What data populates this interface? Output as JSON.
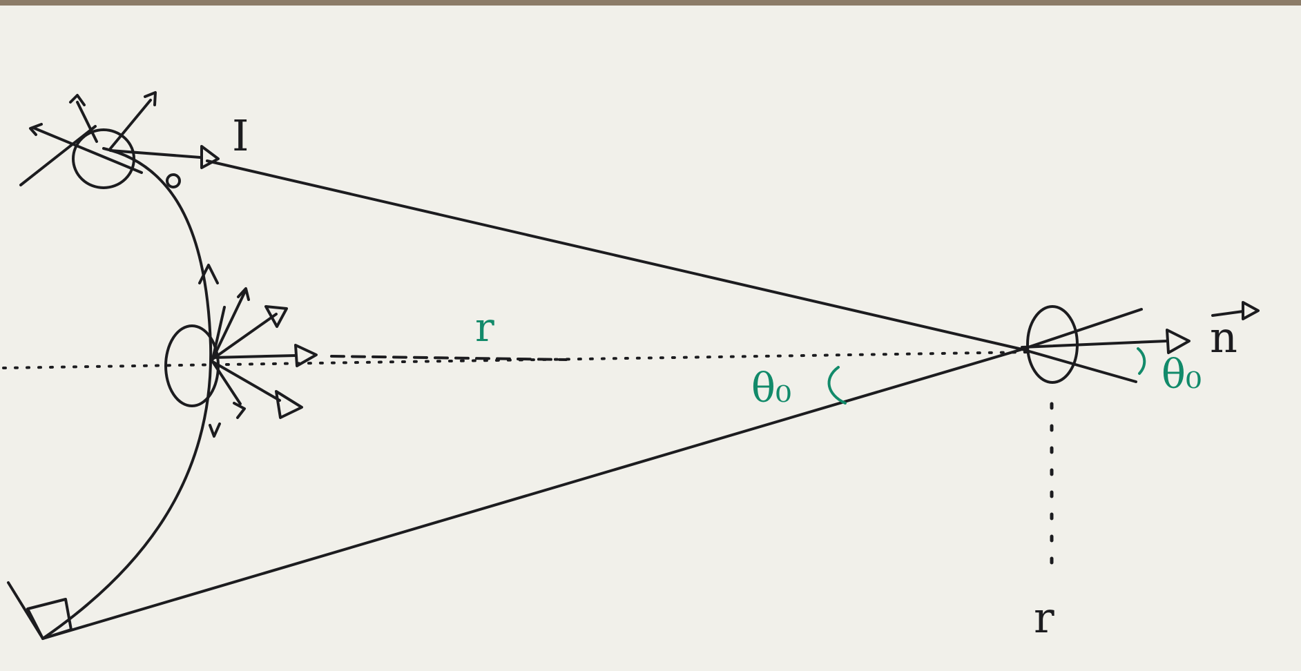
{
  "diagram": {
    "labels": {
      "intensity": "I",
      "radius_horizontal": "r",
      "radius_vertical": "r",
      "angle_left": "θ₀",
      "angle_right": "θ₀",
      "normal_vector": "n"
    },
    "colors": {
      "paper": "#f1f0ea",
      "ink": "#1c1c1f",
      "annotation": "#128a6a"
    }
  }
}
